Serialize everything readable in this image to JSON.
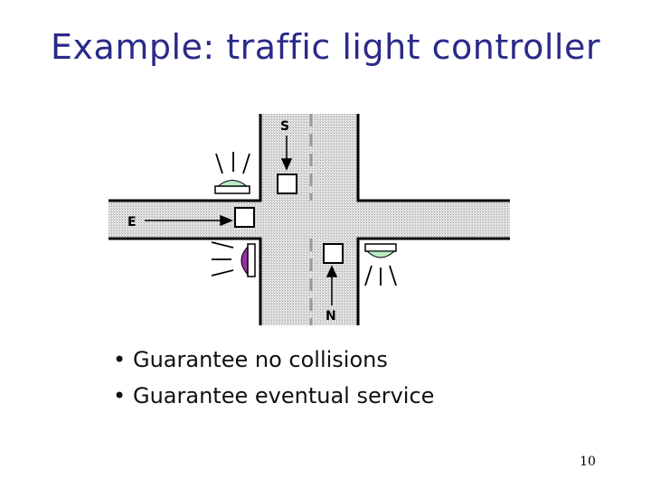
{
  "slide": {
    "title": "Example: traffic light controller",
    "page_number": "10"
  },
  "diagram": {
    "labels": {
      "south": "S",
      "east": "E",
      "north": "N"
    },
    "colors": {
      "road_fill": "#d8d8d8",
      "road_edge": "#000000",
      "light_green": "#b8eac4",
      "light_magenta": "#9b2fa8"
    }
  },
  "bullets": [
    {
      "text": "Guarantee no collisions"
    },
    {
      "text": "Guarantee eventual service"
    }
  ]
}
